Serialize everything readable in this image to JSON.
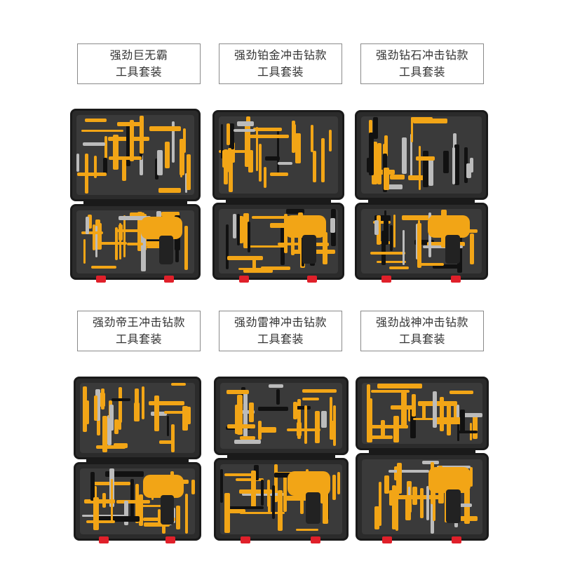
{
  "products": [
    {
      "line1": "强劲巨无霸",
      "line2": "工具套装"
    },
    {
      "line1": "强劲铂金冲击钻款",
      "line2": "工具套装"
    },
    {
      "line1": "强劲钻石冲击钻款",
      "line2": "工具套装"
    },
    {
      "line1": "强劲帝王冲击钻款",
      "line2": "工具套装"
    },
    {
      "line1": "强劲雷神冲击钻款",
      "line2": "工具套装"
    },
    {
      "line1": "强劲战神冲击钻款",
      "line2": "工具套装"
    }
  ],
  "colors": {
    "tool_yellow": "#f2a516",
    "case_dark": "#2b2b2b",
    "latch_red": "#e0202a"
  }
}
